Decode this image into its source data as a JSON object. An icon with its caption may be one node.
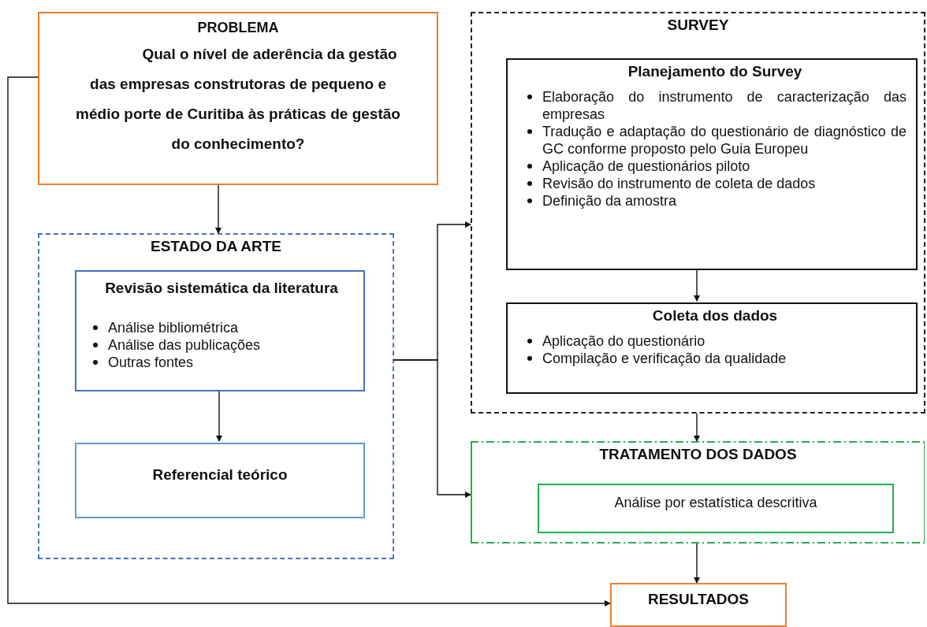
{
  "diagram": {
    "nodes": [
      {
        "text": [
          "PROBLEMA",
          "Qual o nível de aderência da gestão das empresas construtoras de pequeno e médio porte de Curitiba às práticas de gestão do conhecimento?"
        ]
      },
      {
        "text": [
          "ESTADO DA ARTE"
        ]
      },
      {
        "text": [
          "Revisão sistemática da literatura",
          "Análise bibliométrica",
          "Análise das publicações",
          "Outras fontes"
        ],
        "in": 1
      },
      {
        "text": [
          "Referencial teórico"
        ],
        "in": 1
      },
      {
        "text": [
          "SURVEY"
        ]
      },
      {
        "text": [
          "Planejamento do Survey",
          "Elaboração do instrumento de caracterização das empresas",
          "Tradução e adaptação do questionário de diagnóstico de GC conforme proposto pelo Guia Europeu",
          "Aplicação de questionários piloto",
          "Revisão do instrumento de coleta de dados",
          "Definição da amostra"
        ],
        "in": 4
      },
      {
        "text": [
          "Coleta dos dados",
          "Aplicação do questionário",
          "Compilação e verificação da qualidade"
        ],
        "in": 4
      },
      {
        "text": [
          "TRATAMENTO DOS DADOS"
        ]
      },
      {
        "text": [
          "Análise por estatística descritiva"
        ],
        "in": 7
      },
      {
        "text": [
          "RESULTADOS"
        ]
      }
    ],
    "edges": [
      {
        "from": 0,
        "to": 1,
        "arrow": "to"
      },
      {
        "from": 2,
        "to": 3,
        "arrow": "to"
      },
      {
        "from": 1,
        "to": 4,
        "arrow": "to"
      },
      {
        "from": 1,
        "to": 7,
        "arrow": "to"
      },
      {
        "from": 5,
        "to": 6,
        "arrow": "to"
      },
      {
        "from": 4,
        "to": 7,
        "arrow": "to"
      },
      {
        "from": 7,
        "to": 9,
        "arrow": "to"
      },
      {
        "from": 0,
        "to": 9,
        "arrow": "to"
      }
    ]
  }
}
